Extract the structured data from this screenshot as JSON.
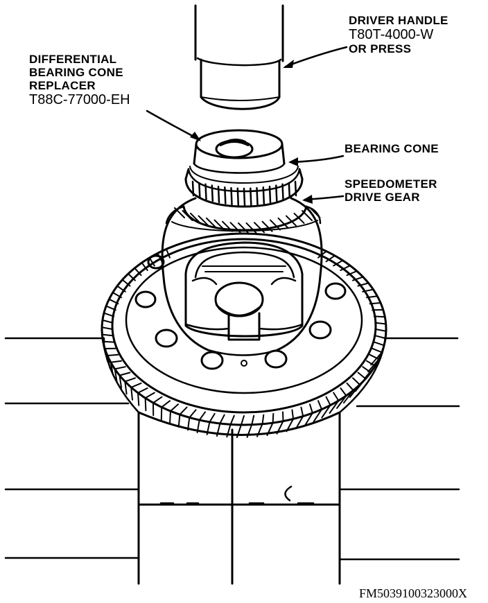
{
  "labels": {
    "driver_handle": [
      "DRIVER HANDLE",
      "T80T-4000-W",
      "OR PRESS"
    ],
    "replacer": [
      "DIFFERENTIAL",
      "BEARING CONE",
      "REPLACER",
      "T88C-77000-EH"
    ],
    "bearing_cone": [
      "BEARING CONE"
    ],
    "speedometer_gear": [
      "SPEEDOMETER",
      "DRIVE GEAR"
    ]
  },
  "figure_code": "FM5039100323000X"
}
